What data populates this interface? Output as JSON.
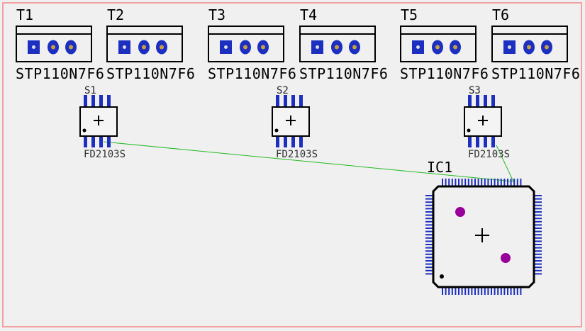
{
  "colors": {
    "background": "#f0f0f0",
    "board_outline": "#f2a0a0",
    "pad_blue": "#1c2fc0",
    "ratsnest": "#22bb22",
    "via_purple": "#990099",
    "silkscreen": "#000000"
  },
  "transistors": [
    {
      "designator": "T1",
      "value": "STP110N7F6"
    },
    {
      "designator": "T2",
      "value": "STP110N7F6"
    },
    {
      "designator": "T3",
      "value": "STP110N7F6"
    },
    {
      "designator": "T4",
      "value": "STP110N7F6"
    },
    {
      "designator": "T5",
      "value": "STP110N7F6"
    },
    {
      "designator": "T6",
      "value": "STP110N7F6"
    }
  ],
  "drivers": [
    {
      "designator": "S1",
      "value": "FD2103S"
    },
    {
      "designator": "S2",
      "value": "FD2103S"
    },
    {
      "designator": "S3",
      "value": "FD2103S"
    }
  ],
  "mcu": {
    "designator": "IC1"
  },
  "icons": [
    "component-origin-cross-icon",
    "pin1-dot-icon",
    "via-icon"
  ]
}
